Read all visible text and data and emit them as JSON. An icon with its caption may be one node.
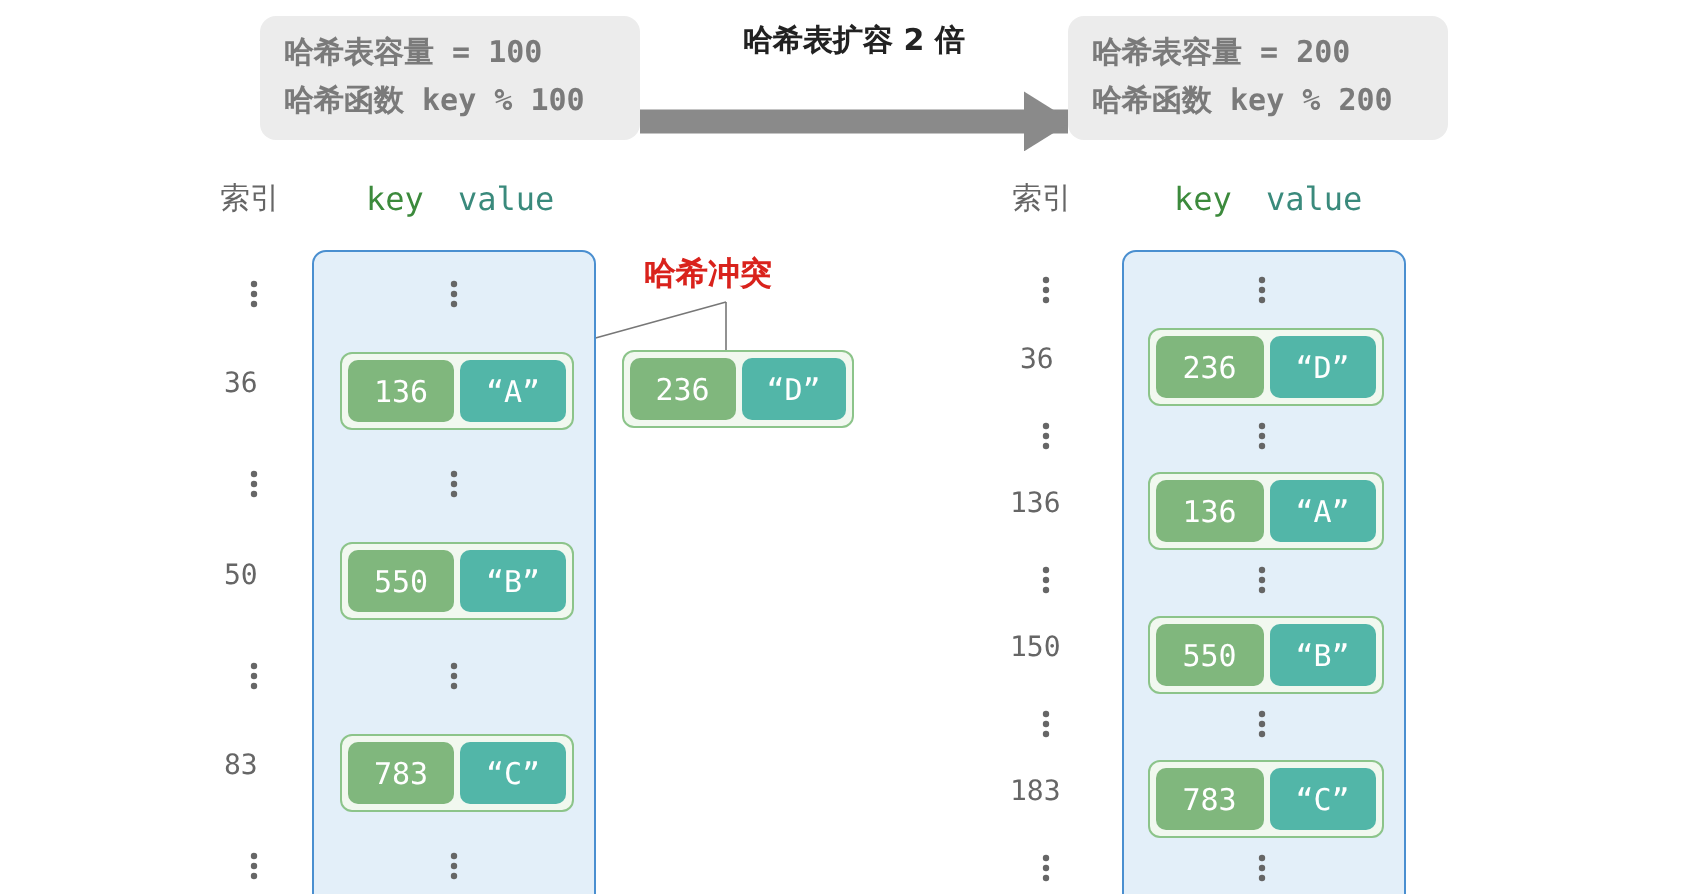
{
  "diagram": {
    "nodes": [
      {
        "text": [
          "哈希表容量 = 100",
          "哈希函数 key % 100"
        ]
      },
      {
        "text": [
          "哈希表容量 = 200",
          "哈希函数 key % 200"
        ]
      },
      {
        "text": [],
        "shape": "box"
      },
      {
        "text": [
          "136",
          "“A”"
        ],
        "in": 2
      },
      {
        "text": [
          "550",
          "“B”"
        ],
        "in": 2
      },
      {
        "text": [
          "783",
          "“C”"
        ],
        "in": 2
      },
      {
        "text": [
          "236",
          "“D”"
        ]
      },
      {
        "text": [
          "哈希冲突"
        ]
      },
      {
        "text": [],
        "shape": "box"
      },
      {
        "text": [
          "236",
          "“D”"
        ],
        "in": 8
      },
      {
        "text": [
          "136",
          "“A”"
        ],
        "in": 8
      },
      {
        "text": [
          "550",
          "“B”"
        ],
        "in": 8
      },
      {
        "text": [
          "783",
          "“C”"
        ],
        "in": 8
      }
    ],
    "edges": [
      {
        "from": 0,
        "to": 1,
        "arrow": "to",
        "label": "哈希表扩容 2 倍",
        "style": "thick"
      },
      {
        "from": 7,
        "to": 3,
        "arrow": "none"
      },
      {
        "from": 7,
        "to": 6,
        "arrow": "none"
      }
    ],
    "labels": [
      "索引",
      "key",
      "value",
      "36",
      "50",
      "83",
      "索引",
      "key",
      "value",
      "36",
      "136",
      "150",
      "183"
    ]
  }
}
